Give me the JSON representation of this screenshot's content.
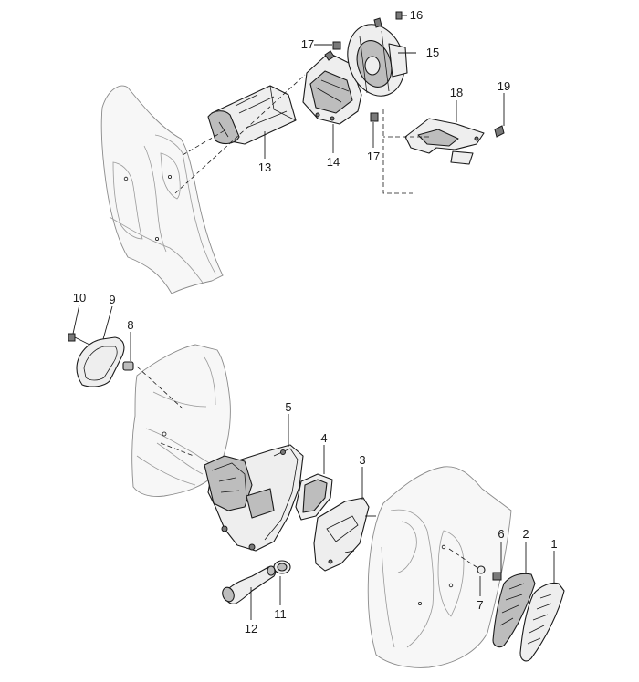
{
  "diagram": {
    "callouts": [
      "1",
      "2",
      "3",
      "4",
      "5",
      "6",
      "7",
      "8",
      "9",
      "10",
      "11",
      "12",
      "13",
      "14",
      "15",
      "16",
      "17",
      "17",
      "18",
      "19"
    ]
  }
}
